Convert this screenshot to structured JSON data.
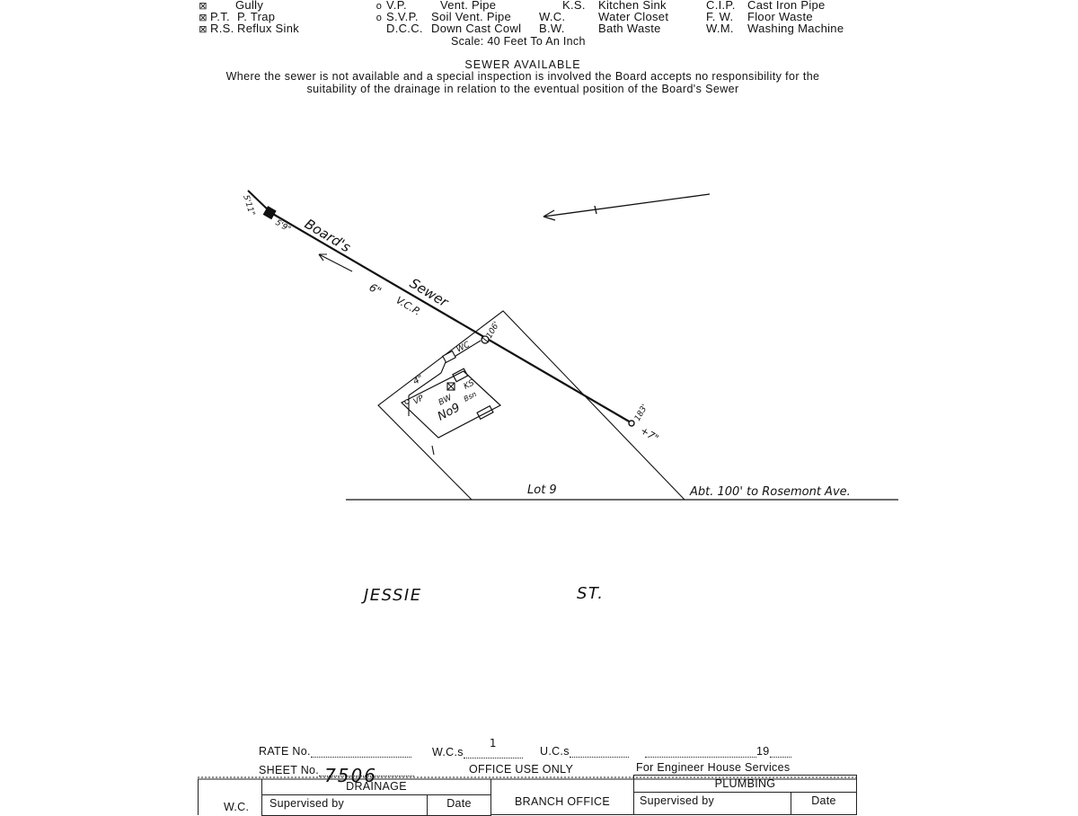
{
  "legend": {
    "col1": [
      {
        "symbol": "⊠",
        "code": "",
        "label": "Gully"
      },
      {
        "symbol": "⊠",
        "code": "P.T.",
        "label": "P. Trap"
      },
      {
        "symbol": "⊠",
        "code": "R.S.",
        "label": "Reflux Sink"
      }
    ],
    "col2": [
      {
        "symbol": "o",
        "code": "V.P.",
        "label": "Vent. Pipe"
      },
      {
        "symbol": "o",
        "code": "S.V.P.",
        "label": "Soil Vent. Pipe"
      },
      {
        "symbol": "",
        "code": "D.C.C.",
        "label": "Down Cast Cowl"
      }
    ],
    "col3": [
      {
        "code": "K.S.",
        "label": "Kitchen Sink"
      },
      {
        "code": "W.C.",
        "label": "Water Closet"
      },
      {
        "code": "B.W.",
        "label": "Bath Waste"
      }
    ],
    "col4": [
      {
        "code": "C.I.P.",
        "label": "Cast Iron Pipe"
      },
      {
        "code": "F. W.",
        "label": "Floor Waste"
      },
      {
        "code": "W.M.",
        "label": "Washing Machine"
      }
    ]
  },
  "scale": "Scale: 40 Feet To An Inch",
  "notice": {
    "title": "SEWER AVAILABLE",
    "line1": "Where the sewer is not available and a special inspection is involved the Board accepts no responsibility for the",
    "line2": "suitability of the drainage in relation to the eventual position of the Board's Sewer"
  },
  "plan": {
    "sewer_label": "Board's",
    "sewer_label2": "Sewer",
    "pipe_size": "6\"",
    "pipe_type": "V.C.P.",
    "depth_start": "5'11\"",
    "depth_start2": "5'9\"",
    "junction_depth": "106'",
    "end_depth": "183'",
    "end_size": "+7\"",
    "branch_size": "4\"",
    "wc": "WC",
    "vp": "VP",
    "bw": "BW",
    "ks": "KS",
    "house_no": "No9",
    "house_type": "Bsn",
    "lot": "Lot  9",
    "distance": "Abt. 100' to Rosemont Ave.",
    "street1": "JESSIE",
    "street2": "ST."
  },
  "form": {
    "rate_label": "RATE  No.",
    "wcs_label": "W.C.s",
    "wcs_value": "1",
    "ucs_label": "U.C.s",
    "year_suffix": "19",
    "sheet_label": "SHEET  No.",
    "sheet_value": "7506",
    "office_use": "OFFICE  USE  ONLY",
    "engineer": "For Engineer House Services",
    "drainage": "DRAINAGE",
    "plumbing": "PLUMBING",
    "wc_col": "W.C.",
    "supervised1": "Supervised by",
    "date1": "Date",
    "branch": "BRANCH  OFFICE",
    "supervised2": "Supervised by",
    "date2": "Date"
  }
}
